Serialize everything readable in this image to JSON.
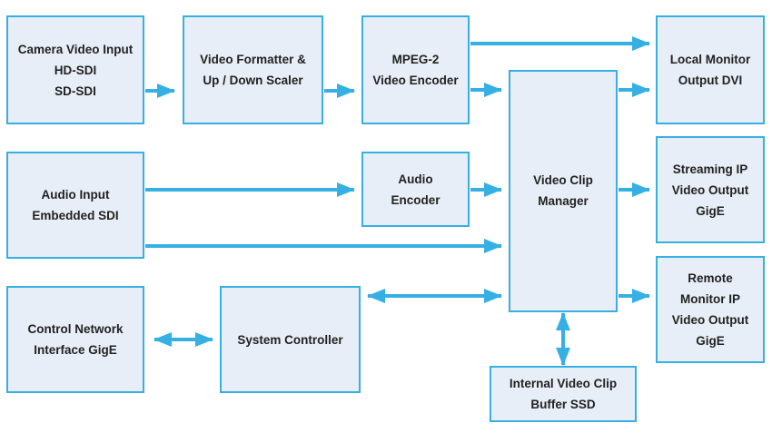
{
  "colors": {
    "accent": "#36b0e3",
    "box_fill": "#e8eef7",
    "text": "#222222"
  },
  "boxes": {
    "camera_input": {
      "lines": [
        "Camera Video Input",
        "HD-SDI",
        "SD-SDI"
      ]
    },
    "video_formatter": {
      "lines": [
        "Video Formatter &",
        "Up / Down Scaler"
      ]
    },
    "mpeg2_encoder": {
      "lines": [
        "MPEG-2",
        "Video Encoder"
      ]
    },
    "local_monitor": {
      "lines": [
        "Local Monitor",
        "Output DVI"
      ]
    },
    "audio_input": {
      "lines": [
        "Audio Input",
        "Embedded SDI"
      ]
    },
    "audio_encoder": {
      "lines": [
        "Audio",
        "Encoder"
      ]
    },
    "video_clip_manager": {
      "lines": [
        "Video Clip",
        "Manager"
      ]
    },
    "streaming_output": {
      "lines": [
        "Streaming IP",
        "Video Output",
        "GigE"
      ]
    },
    "remote_monitor": {
      "lines": [
        "Remote",
        "Monitor IP",
        "Video Output",
        "GigE"
      ]
    },
    "control_network": {
      "lines": [
        "Control Network",
        "Interface GigE"
      ]
    },
    "system_controller": {
      "lines": [
        "System Controller"
      ]
    },
    "buffer_ssd": {
      "lines": [
        "Internal Video Clip",
        "Buffer SSD"
      ]
    }
  },
  "connections": [
    {
      "from": "Camera Video Input",
      "to": "Video Formatter & Up / Down Scaler",
      "direction": "one-way"
    },
    {
      "from": "Video Formatter & Up / Down Scaler",
      "to": "MPEG-2 Video Encoder",
      "direction": "one-way"
    },
    {
      "from": "MPEG-2 Video Encoder",
      "to": "Local Monitor Output DVI",
      "direction": "one-way"
    },
    {
      "from": "MPEG-2 Video Encoder",
      "to": "Video Clip Manager",
      "direction": "one-way"
    },
    {
      "from": "Audio Input Embedded SDI",
      "to": "Audio Encoder",
      "direction": "one-way"
    },
    {
      "from": "Audio Input Embedded SDI",
      "to": "Video Clip Manager",
      "direction": "one-way"
    },
    {
      "from": "Audio Encoder",
      "to": "Video Clip Manager",
      "direction": "one-way"
    },
    {
      "from": "Video Clip Manager",
      "to": "Local Monitor Output DVI",
      "direction": "one-way"
    },
    {
      "from": "Video Clip Manager",
      "to": "Streaming IP Video Output GigE",
      "direction": "one-way"
    },
    {
      "from": "Video Clip Manager",
      "to": "Remote Monitor IP Video Output GigE",
      "direction": "one-way"
    },
    {
      "from": "System Controller",
      "to": "Video Clip Manager",
      "direction": "two-way"
    },
    {
      "from": "Control Network Interface GigE",
      "to": "System Controller",
      "direction": "two-way"
    },
    {
      "from": "Video Clip Manager",
      "to": "Internal Video Clip Buffer SSD",
      "direction": "two-way"
    }
  ]
}
